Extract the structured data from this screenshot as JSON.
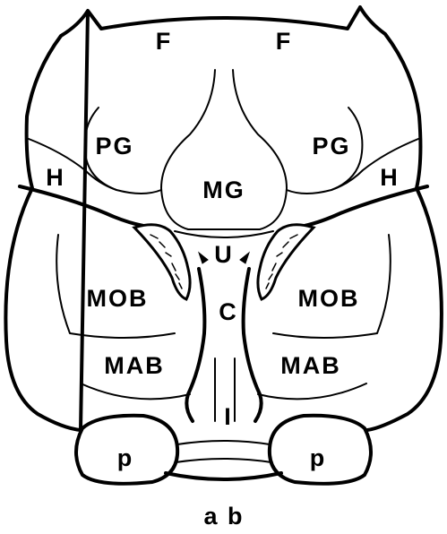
{
  "labels": {
    "f_left": "F",
    "f_right": "F",
    "pg_left": "PG",
    "pg_right": "PG",
    "h_left": "H",
    "h_right": "H",
    "mg": "MG",
    "u": "U",
    "mob_left": "MOB",
    "mob_right": "MOB",
    "c": "C",
    "mab_left": "MAB",
    "mab_right": "MAB",
    "i": "I",
    "p_left": "p",
    "p_right": "p"
  },
  "caption": "a b"
}
